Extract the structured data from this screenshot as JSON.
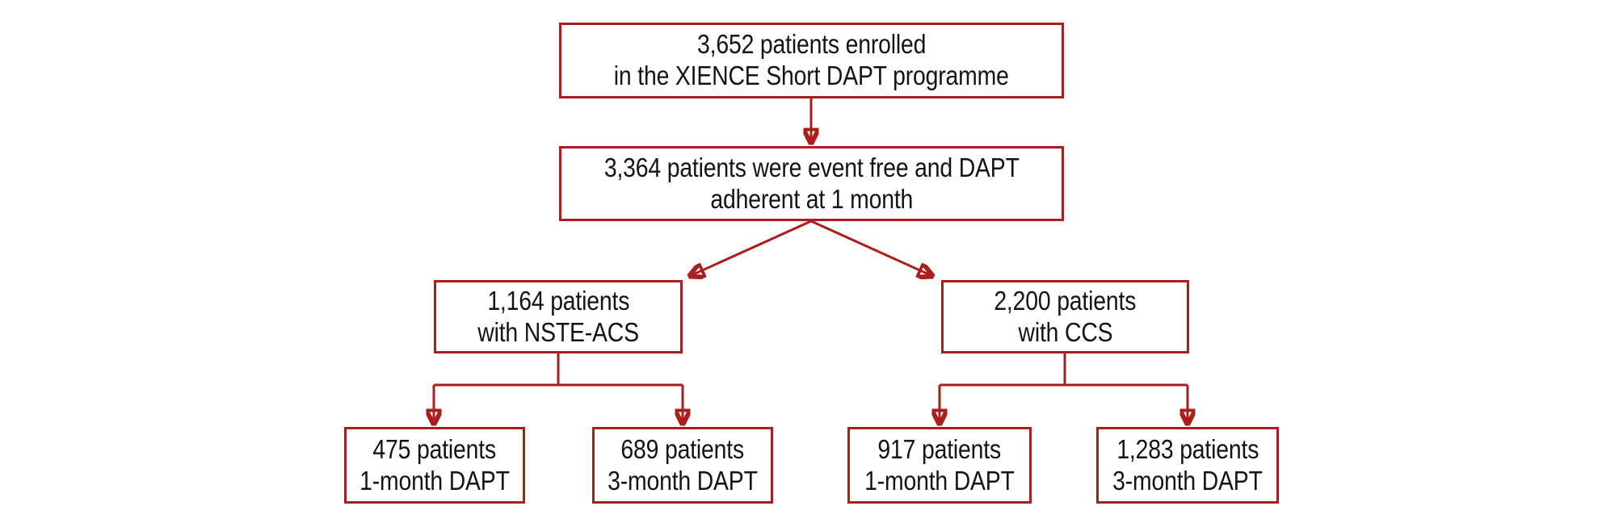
{
  "figure": {
    "type": "patient-flow-diagram",
    "accent_color": "#ab1e1e",
    "text_color": "#141414",
    "background_color": "#ffffff",
    "nodes": [
      {
        "id": "enrolled",
        "line1": "3,652 patients enrolled",
        "line2": "in the XIENCE Short DAPT programme"
      },
      {
        "id": "eventfree",
        "line1": "3,364 patients were event free and DAPT",
        "line2": "adherent at 1 month"
      },
      {
        "id": "nsteacs",
        "line1": "1,164 patients",
        "line2": "with NSTE-ACS"
      },
      {
        "id": "ccs",
        "line1": "2,200 patients",
        "line2": "with CCS"
      },
      {
        "id": "nste1mo",
        "line1": "475 patients",
        "line2": "1-month DAPT"
      },
      {
        "id": "nste3mo",
        "line1": "689 patients",
        "line2": "3-month DAPT"
      },
      {
        "id": "ccs1mo",
        "line1": "917 patients",
        "line2": "1-month DAPT"
      },
      {
        "id": "ccs3mo",
        "line1": "1,283 patients",
        "line2": "3-month DAPT"
      }
    ],
    "edges": [
      {
        "from": "enrolled",
        "to": "eventfree",
        "style": "straight-down-arrow"
      },
      {
        "from": "eventfree",
        "to": "nsteacs",
        "style": "diagonal-arrow"
      },
      {
        "from": "eventfree",
        "to": "ccs",
        "style": "diagonal-arrow"
      },
      {
        "from": "nsteacs",
        "to": "nste1mo",
        "style": "elbow-arrow"
      },
      {
        "from": "nsteacs",
        "to": "nste3mo",
        "style": "elbow-arrow"
      },
      {
        "from": "ccs",
        "to": "ccs1mo",
        "style": "elbow-arrow"
      },
      {
        "from": "ccs",
        "to": "ccs3mo",
        "style": "elbow-arrow"
      }
    ]
  }
}
